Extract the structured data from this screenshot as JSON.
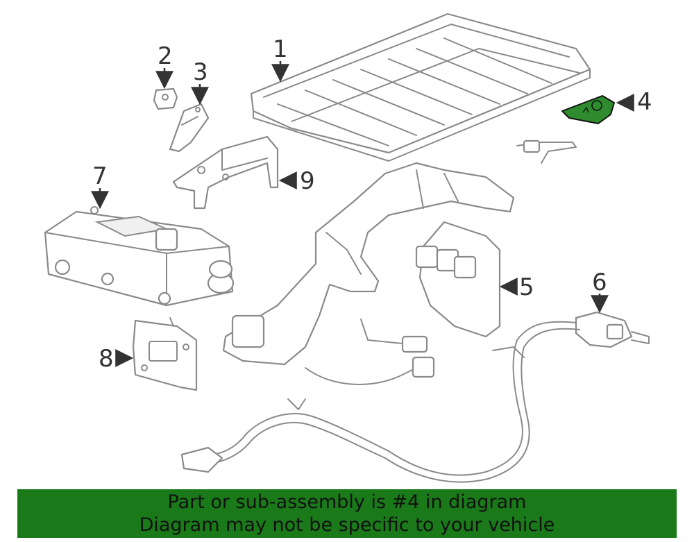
{
  "callouts": [
    {
      "id": "1",
      "label": "1"
    },
    {
      "id": "2",
      "label": "2"
    },
    {
      "id": "3",
      "label": "3"
    },
    {
      "id": "4",
      "label": "4"
    },
    {
      "id": "5",
      "label": "5"
    },
    {
      "id": "6",
      "label": "6"
    },
    {
      "id": "7",
      "label": "7"
    },
    {
      "id": "8",
      "label": "8"
    },
    {
      "id": "9",
      "label": "9"
    }
  ],
  "highlight": {
    "part": "4",
    "color": "#2e8b2e"
  },
  "banner": {
    "line1": "Part or sub-assembly is #4 in diagram",
    "line2": "Diagram may not be specific to your vehicle",
    "background": "#1a7a1a"
  }
}
